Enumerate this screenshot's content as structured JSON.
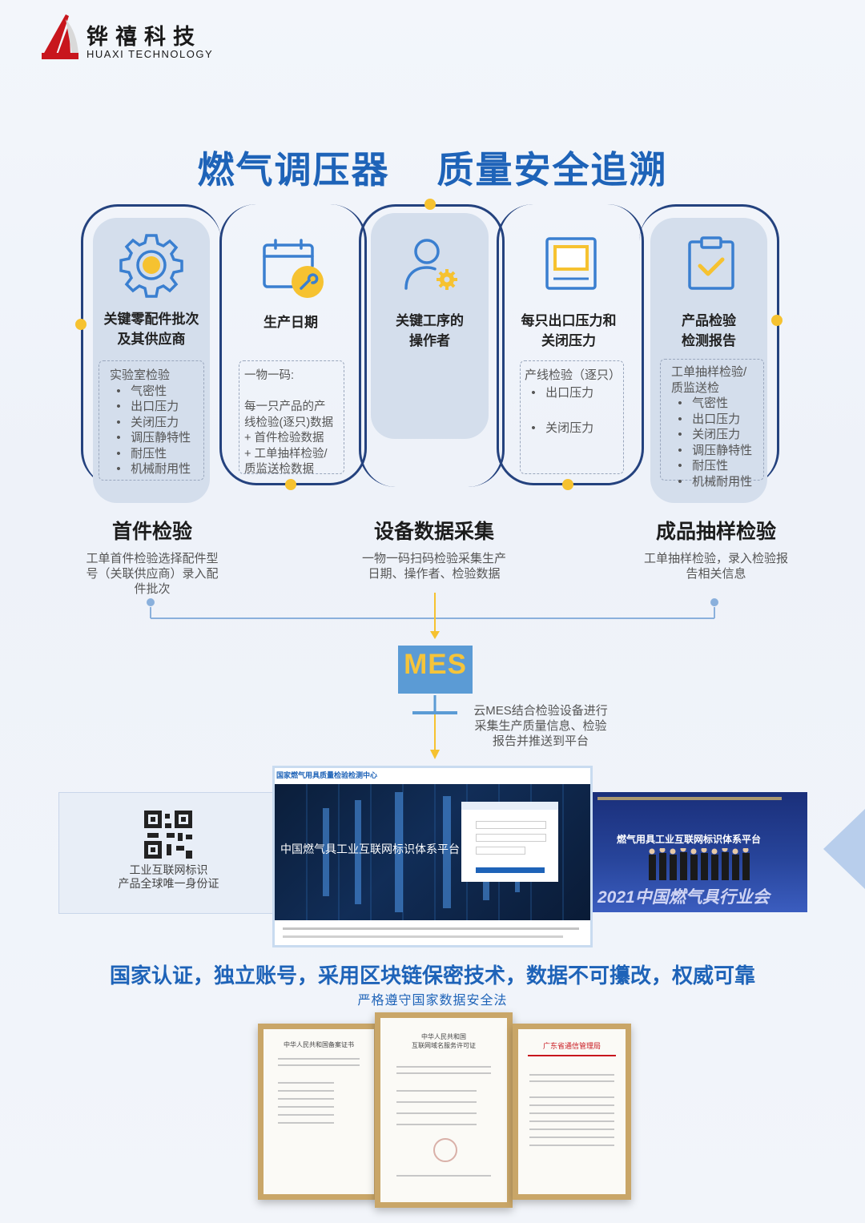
{
  "brand": {
    "name_cn": "铧禧科技",
    "name_en": "HUAXI TECHNOLOGY",
    "mark_text": "铧禧科技"
  },
  "title": "燃气调压器    质量安全追溯",
  "cards": [
    {
      "title": "关键零配件批次\n及其供应商",
      "icon": "gear-icon",
      "detail": "实验室检验\n  •   气密性\n  •   出口压力\n  •   关闭压力\n  •   调压静特性\n  •   耐压性\n  •   机械耐用性"
    },
    {
      "title": "生产日期",
      "icon": "calendar-wrench-icon",
      "detail": "一物一码:\n\n每一只产品的产\n线检验(逐只)数据\n+ 首件检验数据\n+ 工单抽样检验/\n质监送检数据"
    },
    {
      "title": "关键工序的\n操作者",
      "icon": "operator-gear-icon",
      "detail": ""
    },
    {
      "title": "每只出口压力和\n关闭压力",
      "icon": "tablet-icon",
      "detail": "产线检验（逐只）\n  •   出口压力\n\n  •   关闭压力"
    },
    {
      "title": "产品检验\n检测报告",
      "icon": "clipboard-check-icon",
      "detail": "工单抽样检验/\n质监送检\n  •   气密性\n  •   出口压力\n  •   关闭压力\n  •   调压静特性\n  •   耐压性\n  •   机械耐用性"
    }
  ],
  "sections": [
    {
      "title": "首件检验",
      "desc": "工单首件检验选择配件型\n号（关联供应商）录入配\n件批次"
    },
    {
      "title": "设备数据采集",
      "desc": "一物一码扫码检验采集生产\n日期、操作者、检验数据"
    },
    {
      "title": "成品抽样检验",
      "desc": "工单抽样检验，录入检验报\n告相关信息"
    }
  ],
  "mes": {
    "label": "MES",
    "desc": "云MES结合检验设备进行\n采集生产质量信息、检验\n报告并推送到平台"
  },
  "platform": {
    "qr_caption": "工业互联网标识\n产品全球唯一身份证",
    "site_header": "国家燃气用具质量检验检测中心",
    "site_name": "中国燃气具工业互联网标识体系平台",
    "event_banner": "燃气用具工业互联网标识体系平台",
    "event_footer": "2021中国燃气具行业会"
  },
  "auth_statement": "国家认证，独立账号，采用区块链保密技术，数据不可攥改，权威可靠",
  "law_statement": "严格遵守国家数据安全法",
  "certificates": [
    {
      "heading": "中华人民共和国备案证书"
    },
    {
      "heading": "中华人民共和国\n互联网域名服务许可证"
    },
    {
      "heading": "广东省通信管理局"
    }
  ],
  "colors": {
    "primary": "#1e63b8",
    "frame": "#24427e",
    "accent": "#f6c230",
    "card": "#d4deec"
  }
}
